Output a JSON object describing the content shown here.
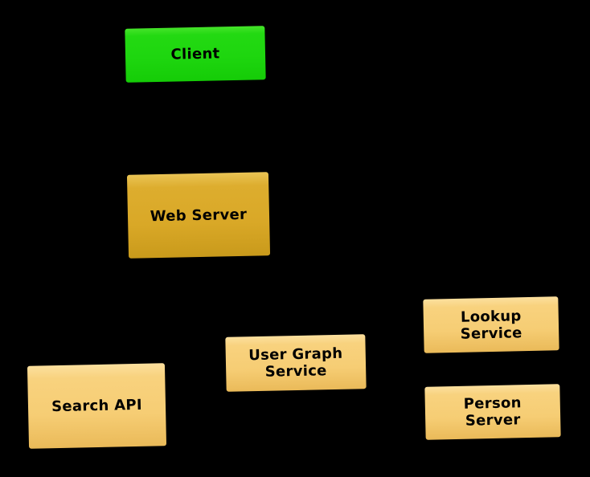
{
  "diagram": {
    "background_color": "#000000",
    "text_color": "#000000",
    "nodes": [
      {
        "id": "client",
        "lines": [
          "Client"
        ],
        "fill": "#1ed60f"
      },
      {
        "id": "web-server",
        "lines": [
          "Web Server"
        ],
        "fill": "#d9a827"
      },
      {
        "id": "search-api",
        "lines": [
          "Search API"
        ],
        "fill": "#f6cd74"
      },
      {
        "id": "user-graph-service",
        "lines": [
          "User Graph",
          "Service"
        ],
        "fill": "#f6cd74"
      },
      {
        "id": "lookup-service",
        "lines": [
          "Lookup",
          "Service"
        ],
        "fill": "#f6cd74"
      },
      {
        "id": "person-server",
        "lines": [
          "Person",
          "Server"
        ],
        "fill": "#f6cd74"
      }
    ]
  }
}
